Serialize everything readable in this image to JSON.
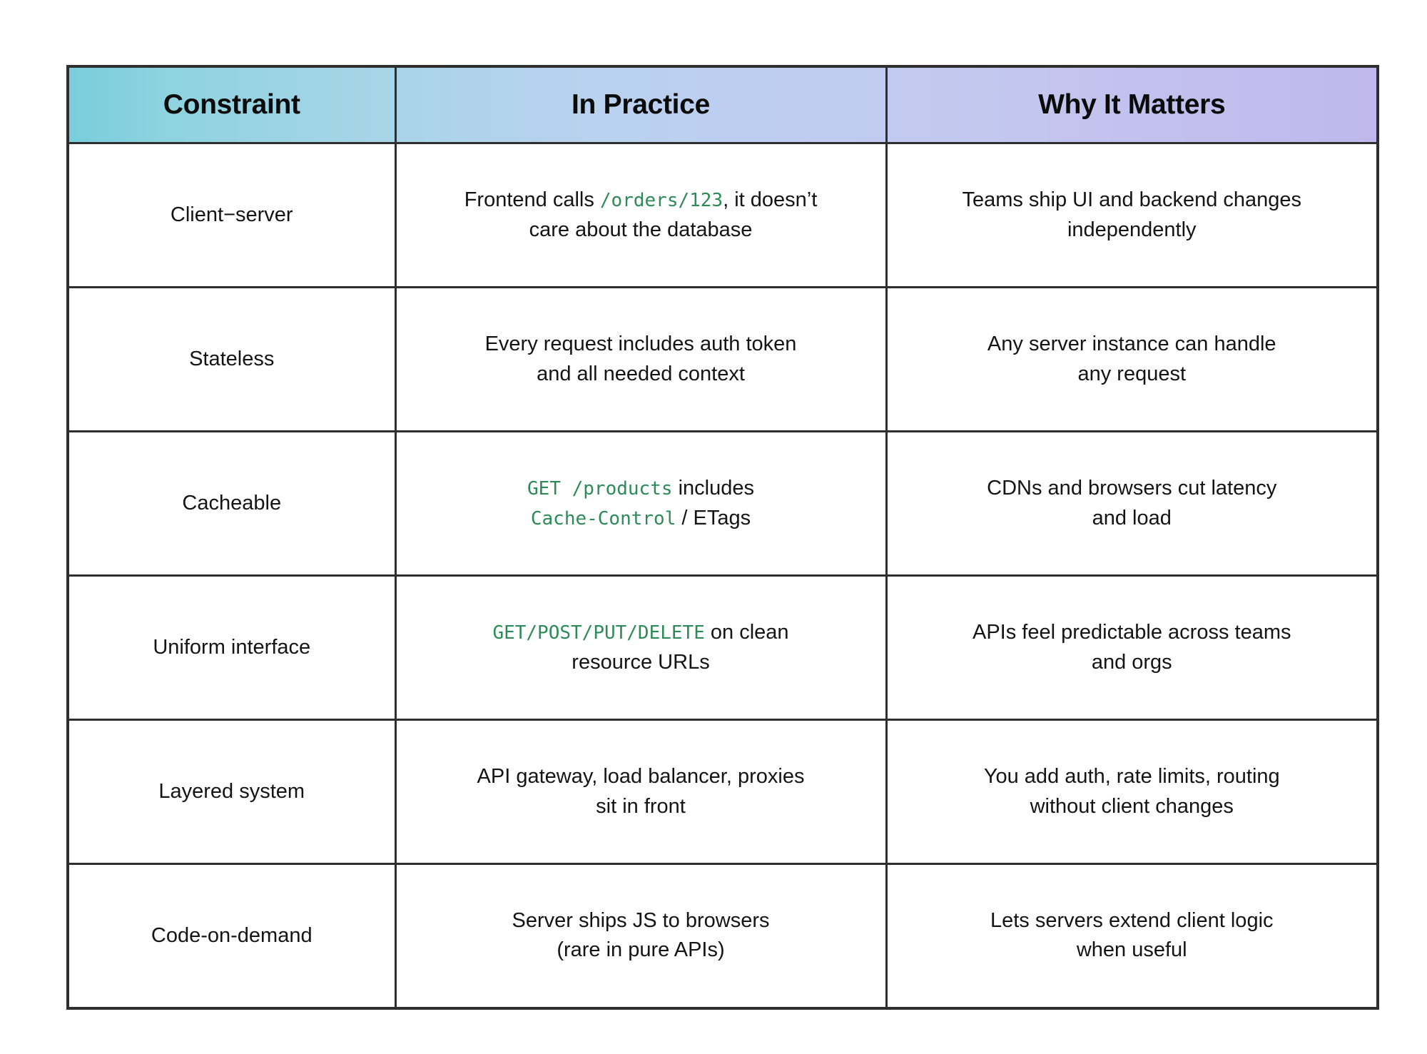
{
  "table": {
    "headers": [
      {
        "label": "Constraint",
        "name": "header-constraint"
      },
      {
        "label": "In Practice",
        "name": "header-in-practice"
      },
      {
        "label": "Why It Matters",
        "name": "header-why-it-matters"
      }
    ],
    "header_gradient": {
      "from": "#79cddb",
      "mid": "#bfcdf0",
      "to": "#c0b8ec"
    },
    "code_color": "#2e8b57",
    "border_color": "#2f2f2f",
    "rows": [
      {
        "constraint": "Client−server",
        "practice": {
          "line1": [
            {
              "t": "Frontend calls ",
              "code": false
            },
            {
              "t": "/orders/123",
              "code": true
            },
            {
              "t": ", it doesn’t",
              "code": false
            }
          ],
          "line2": [
            {
              "t": "care about the database",
              "code": false
            }
          ]
        },
        "why": {
          "line1": "Teams ship UI and backend changes",
          "line2": "independently"
        }
      },
      {
        "constraint": "Stateless",
        "practice": {
          "line1": [
            {
              "t": "Every request includes auth token",
              "code": false
            }
          ],
          "line2": [
            {
              "t": "and all needed context",
              "code": false
            }
          ]
        },
        "why": {
          "line1": "Any server instance can handle",
          "line2": "any request"
        }
      },
      {
        "constraint": "Cacheable",
        "practice": {
          "line1": [
            {
              "t": "GET /products",
              "code": true
            },
            {
              "t": " includes",
              "code": false
            }
          ],
          "line2": [
            {
              "t": "Cache-Control",
              "code": true
            },
            {
              "t": " / ETags",
              "code": false
            }
          ]
        },
        "why": {
          "line1": "CDNs and browsers cut latency",
          "line2": "and load"
        }
      },
      {
        "constraint": "Uniform interface",
        "practice": {
          "line1": [
            {
              "t": "GET/POST/PUT/DELETE",
              "code": true
            },
            {
              "t": " on clean",
              "code": false
            }
          ],
          "line2": [
            {
              "t": "resource URLs",
              "code": false
            }
          ]
        },
        "why": {
          "line1": "APIs feel predictable across teams",
          "line2": "and orgs"
        }
      },
      {
        "constraint": "Layered system",
        "practice": {
          "line1": [
            {
              "t": "API gateway, load balancer, proxies",
              "code": false
            }
          ],
          "line2": [
            {
              "t": "sit in front",
              "code": false
            }
          ]
        },
        "why": {
          "line1": "You add auth, rate limits, routing",
          "line2": "without client changes"
        }
      },
      {
        "constraint": "Code-on-demand",
        "practice": {
          "line1": [
            {
              "t": "Server ships JS to browsers",
              "code": false
            }
          ],
          "line2": [
            {
              "t": "(rare in pure APIs)",
              "code": false
            }
          ]
        },
        "why": {
          "line1": "Lets servers extend client logic",
          "line2": "when useful"
        }
      }
    ]
  }
}
